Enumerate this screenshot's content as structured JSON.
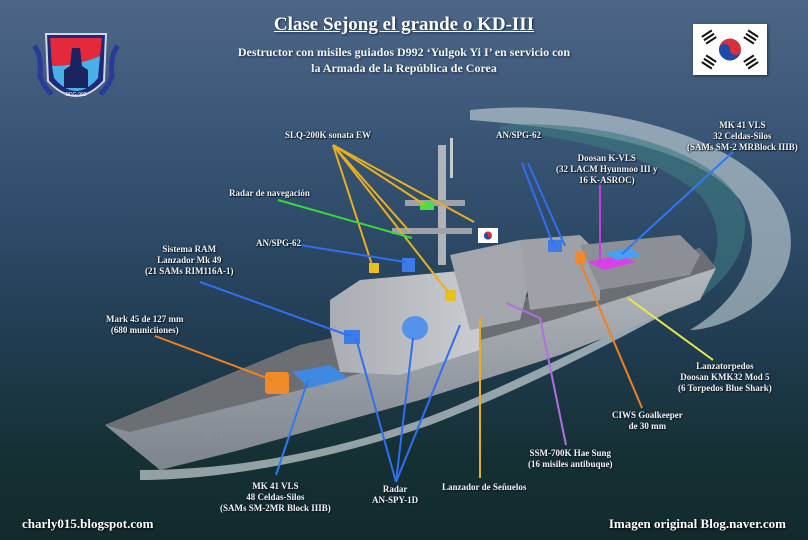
{
  "header": {
    "title": "Clase Sejong el grande o KD-III",
    "subtitle_line1": "Destructor con misiles guiados D992 ‘Yulgok Yi I’ en servicio con",
    "subtitle_line2": "la Armada  de la República de Corea"
  },
  "emblem": {
    "icon": "ship-crest-icon",
    "text": "DDG-992"
  },
  "flag": {
    "icon": "south-korea-flag-icon"
  },
  "hull_number": "992",
  "colors": {
    "sonata": "#e8b020",
    "nav_radar": "#38d838",
    "spg62": "#2f6ff0",
    "ram": "#2f6ff0",
    "mark45": "#f08020",
    "vls_fwd": "#2f7af0",
    "spy1d": "#2f6ff0",
    "decoy": "#e8b020",
    "ssm": "#b070e0",
    "ciws": "#f08020",
    "torpedo": "#e8e850",
    "kvls": "#c040e0",
    "vls_aft": "#2f7af0"
  },
  "labels": {
    "sonata": {
      "l1": "SLQ-200K sonata EW"
    },
    "nav_radar": {
      "l1": "Radar de navegación"
    },
    "spg62_fwd": {
      "l1": "AN/SPG-62"
    },
    "spg62_aft": {
      "l1": "AN/SPG-62"
    },
    "ram": {
      "l1": "Sistema RAM",
      "l2": "Lanzador Mk 49",
      "l3": "(21 SAMs RIM116A-1)"
    },
    "mark45": {
      "l1": "Mark 45 de 127 mm",
      "l2": "(680 municiiones)"
    },
    "vls_fwd": {
      "l1": "MK 41 VLS",
      "l2": "48 Celdas-Silos",
      "l3": "(SAMs SM-2MR Block IIIB)"
    },
    "spy1d": {
      "l1": "Radar",
      "l2": "AN-SPY-1D"
    },
    "decoy": {
      "l1": "Lanzador de Señuelos"
    },
    "ssm": {
      "l1": "SSM-700K Hae Sung",
      "l2": "(16 misiles antibuque)"
    },
    "ciws": {
      "l1": "CIWS Goalkeeper",
      "l2": "de 30 mm"
    },
    "torpedo": {
      "l1": "Lanzatorpedos",
      "l2": "Doosan KMK32 Mod 5",
      "l3": "(6 Torpedos Blue Shark)"
    },
    "kvls": {
      "l1": "Doosan K-VLS",
      "l2": "(32 LACM Hyunmoo III y",
      "l3": "16 K-ASROC)"
    },
    "vls_aft": {
      "l1": "MK 41 VLS",
      "l2": "32 Celdas-Silos",
      "l3": "(SAMs SM-2 MRBlock IIIB)"
    }
  },
  "footer": {
    "left": "charly015.blogspot.com",
    "right": "Imagen original Blog.naver.com"
  }
}
